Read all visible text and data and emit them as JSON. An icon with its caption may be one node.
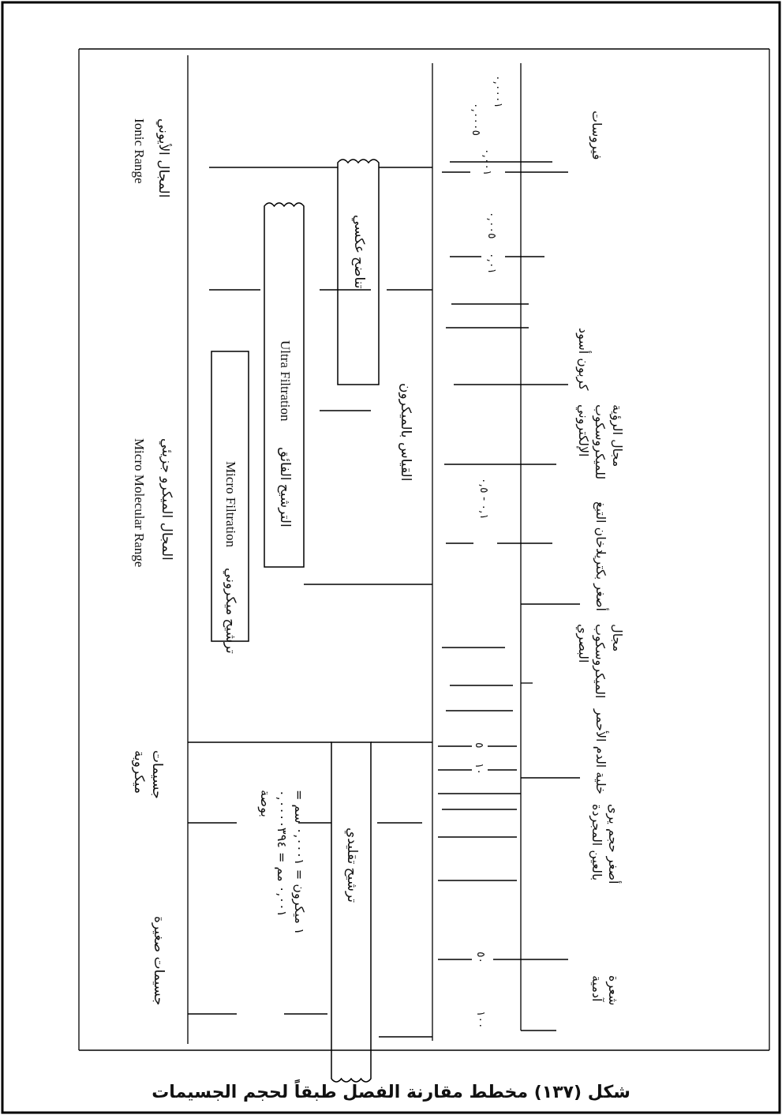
{
  "diagram": {
    "caption": "شكل (١٣٧) مخطط مقارنة الفصل طبقاً لحجم الجسيمات",
    "nodes": [
      {
        "text": [
          "تناضح عكسي"
        ]
      },
      {
        "text": [
          "Ultra Filtration",
          "الترشيح الفائق"
        ]
      },
      {
        "text": [
          "Micro Filtration",
          "ترشيح ميكروني"
        ]
      },
      {
        "text": [
          "ترشيح تقليدي"
        ]
      }
    ],
    "labels": [
      "فيروسات",
      "كربون أسود",
      "مجال الرؤية للميكروسكوب الإلكتروني",
      "دخان التبغ",
      "أصغر بكتريا",
      "مجال الميكروسكوب البصري",
      "خلية الدم الأحمر",
      "أصغر حجم يرى بالعين المجردة",
      "شعرة آدمية",
      "٠,٠٠٠١",
      "٠,٠٠٠٥",
      "٠,٠٠١",
      "٠,٠٠٥",
      "٠,٠١",
      "٠,١ - ٠,٥",
      "٥",
      "١٠",
      "٥٠",
      "١٠٠",
      "القياس بالميكرون",
      "المجال الأيوني",
      "Ionic Range",
      "المجال الميكرو جزيئي",
      "Micro Molecular Range",
      "جسيمات ميكروية",
      "جسيمات صغيرة",
      "١ ميكرون = ٠,٠٠٠١ سم = ٠,٠٠١ مم = ٠,٠٠٠٠٣٩٤ بوصة"
    ]
  }
}
